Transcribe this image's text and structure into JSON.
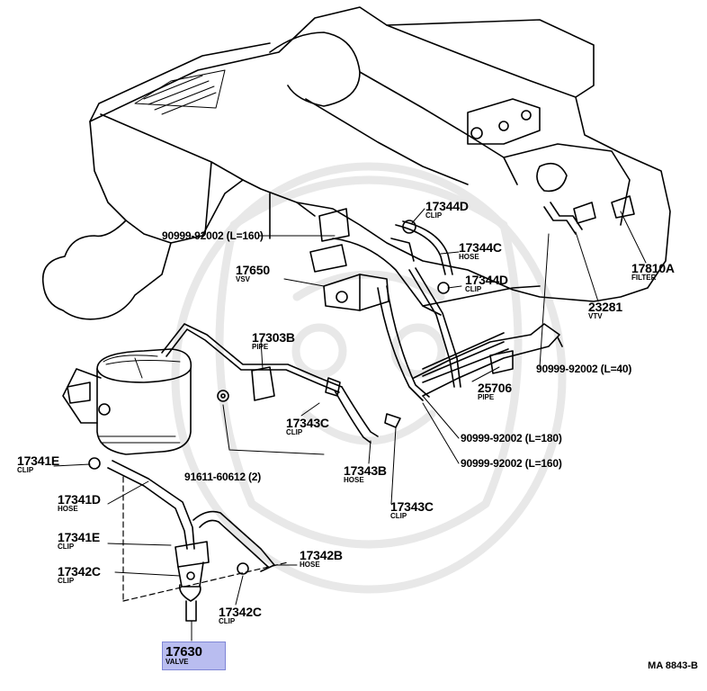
{
  "diagram": {
    "reference": "MA 8843-B",
    "highlight_color": "#b9bdf0",
    "watermark": "Toyota parts catalog watermark",
    "labels": [
      {
        "id": "17344d-top",
        "part": "17344D",
        "sub": "CLIP"
      },
      {
        "id": "17344c",
        "part": "17344C",
        "sub": "HOSE"
      },
      {
        "id": "17344d-mid",
        "part": "17344D",
        "sub": "CLIP"
      },
      {
        "id": "17650",
        "part": "17650",
        "sub": "VSV"
      },
      {
        "id": "17810a",
        "part": "17810A",
        "sub": "FILTER"
      },
      {
        "id": "23281",
        "part": "23281",
        "sub": "VTV"
      },
      {
        "id": "17303b",
        "part": "17303B",
        "sub": "PIPE"
      },
      {
        "id": "25706",
        "part": "25706",
        "sub": "PIPE"
      },
      {
        "id": "17343c-top",
        "part": "17343C",
        "sub": "CLIP"
      },
      {
        "id": "17343b",
        "part": "17343B",
        "sub": "HOSE"
      },
      {
        "id": "17343c-bot",
        "part": "17343C",
        "sub": "CLIP"
      },
      {
        "id": "17341e-top",
        "part": "17341E",
        "sub": "CLIP"
      },
      {
        "id": "17341d",
        "part": "17341D",
        "sub": "HOSE"
      },
      {
        "id": "17341e-bot",
        "part": "17341E",
        "sub": "CLIP"
      },
      {
        "id": "17342c-left",
        "part": "17342C",
        "sub": "CLIP"
      },
      {
        "id": "17342b",
        "part": "17342B",
        "sub": "HOSE"
      },
      {
        "id": "17342c-bot",
        "part": "17342C",
        "sub": "CLIP"
      },
      {
        "id": "17630",
        "part": "17630",
        "sub": "VALVE",
        "highlighted": true
      }
    ],
    "specs": [
      {
        "id": "spec-160-top",
        "text": "90999-92002 (L=160)"
      },
      {
        "id": "spec-40",
        "text": "90999-92002 (L=40)"
      },
      {
        "id": "spec-180",
        "text": "90999-92002 (L=180)"
      },
      {
        "id": "spec-160-bot",
        "text": "90999-92002 (L=160)"
      },
      {
        "id": "bolt",
        "text": "91611-60612 (2)"
      }
    ]
  }
}
